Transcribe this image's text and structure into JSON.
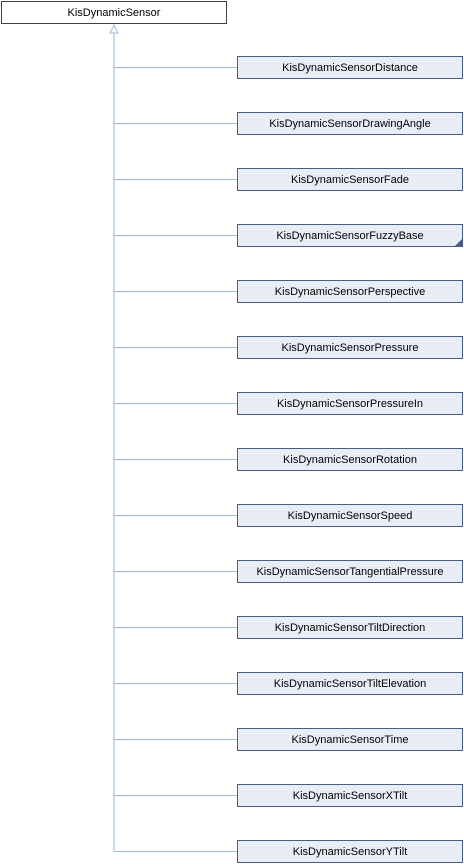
{
  "diagram": {
    "base_class": "KisDynamicSensor",
    "derived_classes": [
      {
        "label": "KisDynamicSensorDistance",
        "has_more": false
      },
      {
        "label": "KisDynamicSensorDrawingAngle",
        "has_more": false
      },
      {
        "label": "KisDynamicSensorFade",
        "has_more": false
      },
      {
        "label": "KisDynamicSensorFuzzyBase",
        "has_more": true
      },
      {
        "label": "KisDynamicSensorPerspective",
        "has_more": false
      },
      {
        "label": "KisDynamicSensorPressure",
        "has_more": false
      },
      {
        "label": "KisDynamicSensorPressureIn",
        "has_more": false
      },
      {
        "label": "KisDynamicSensorRotation",
        "has_more": false
      },
      {
        "label": "KisDynamicSensorSpeed",
        "has_more": false
      },
      {
        "label": "KisDynamicSensorTangentialPressure",
        "has_more": false
      },
      {
        "label": "KisDynamicSensorTiltDirection",
        "has_more": false
      },
      {
        "label": "KisDynamicSensorTiltElevation",
        "has_more": false
      },
      {
        "label": "KisDynamicSensorTime",
        "has_more": false
      },
      {
        "label": "KisDynamicSensorXTilt",
        "has_more": false
      },
      {
        "label": "KisDynamicSensorYTilt",
        "has_more": false
      }
    ],
    "colors": {
      "edge": "#9ab9d9",
      "derived_fill": "#e8edf6",
      "derived_border": "#4a5d87",
      "base_border": "#404040"
    }
  }
}
